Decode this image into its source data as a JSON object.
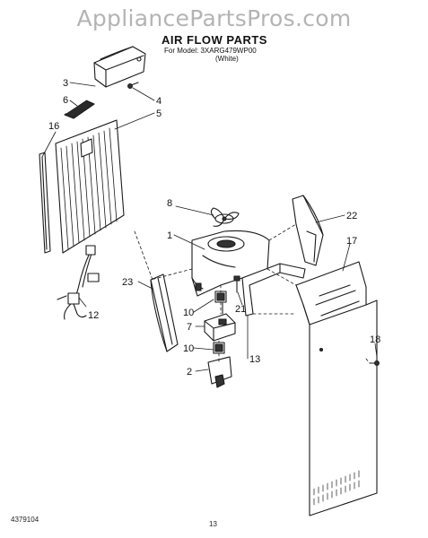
{
  "watermark": "AppliancePartsPros.com",
  "header": {
    "title": "AIR FLOW PARTS",
    "model_line": "For Model: 3XARG479WP00",
    "color_line": "(White)"
  },
  "parts": {
    "p3": "3",
    "p6": "6",
    "p4": "4",
    "p5": "5",
    "p16": "16",
    "p12": "12",
    "p8": "8",
    "p1": "1",
    "p22": "22",
    "p17": "17",
    "p23": "23",
    "p10a": "10",
    "p21": "21",
    "p7": "7",
    "p10b": "10",
    "p13": "13",
    "p2": "2",
    "p18": "18"
  },
  "footer": {
    "doc_number": "4379104",
    "page": "13"
  }
}
